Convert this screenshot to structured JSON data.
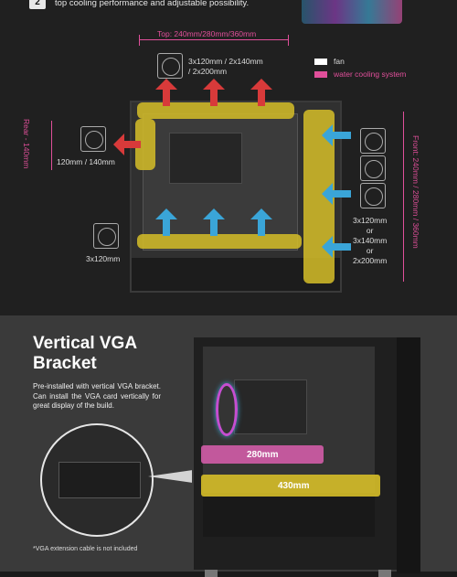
{
  "top": {
    "badge": "2",
    "caption": "top cooling performance and adjustable possibility.",
    "top_dim": "Top: 240mm/280mm/360mm",
    "top_fans": "3x120mm / 2x140mm\n/ 2x200mm",
    "rear_dim": "Rear - 140mm",
    "rear_fans": "120mm / 140mm",
    "front_dim": "Front: 240mm / 280mm / 360mm",
    "front_fans": "3x120mm\nor\n3x140mm\nor\n2x200mm",
    "bottom_fans": "3x120mm",
    "legend": {
      "fan": "fan",
      "water": "water cooling system"
    }
  },
  "bottom": {
    "title": "Vertical VGA\nBracket",
    "description": "Pre-installed with vertical VGA bracket. Can install the VGA card vertically for great display of the build.",
    "note": "*VGA extension cable is not included",
    "dim_280": "280mm",
    "dim_430": "430mm"
  },
  "colors": {
    "pink": "#e04f9a",
    "yellow": "#d6be28",
    "red": "#d83a3a",
    "blue": "#3aa5d8"
  }
}
